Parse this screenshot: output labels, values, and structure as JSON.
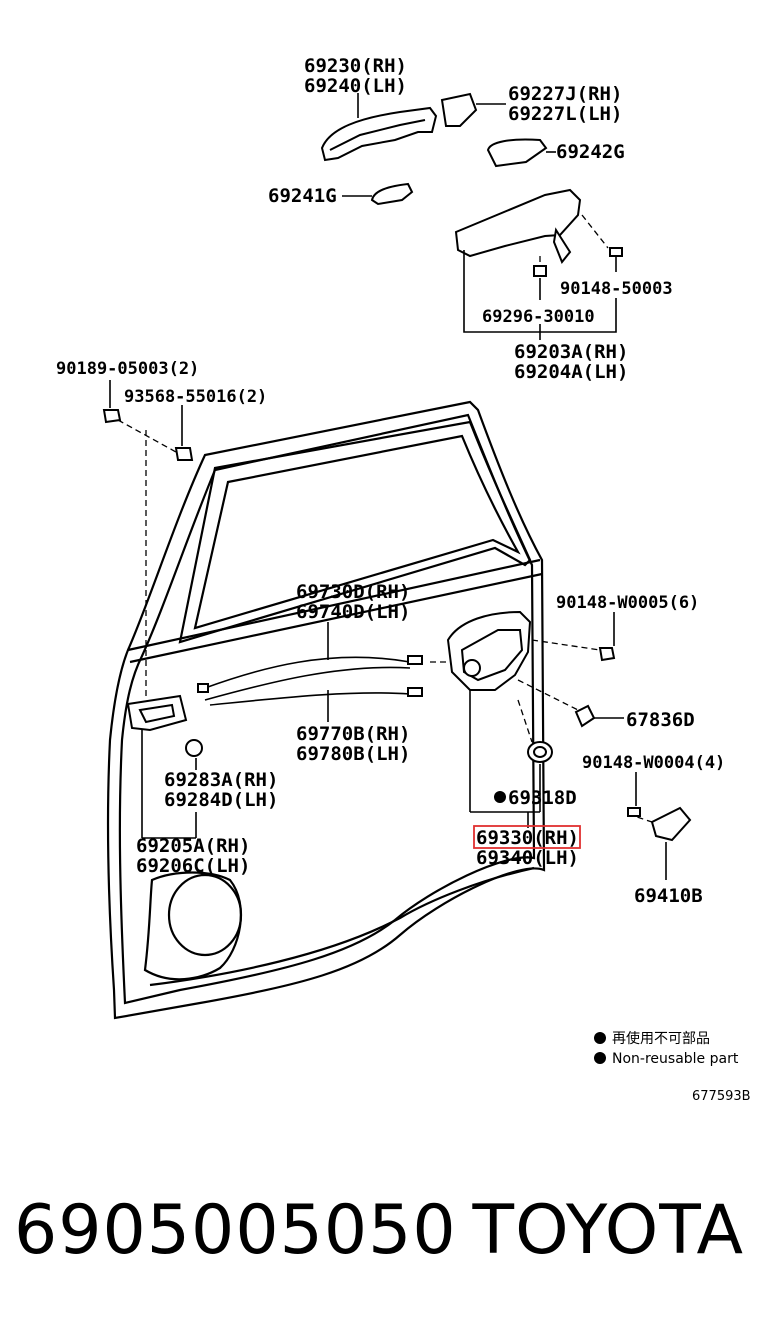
{
  "labels": {
    "outer_handle_rh": "69230(RH)",
    "outer_handle_lh": "69240(LH)",
    "cover_rh": "69227J(RH)",
    "cover_lh": "69227L(LH)",
    "pad_69242g": "69242G",
    "pad_69241g": "69241G",
    "screw_90148_50003": "90148-50003",
    "bolt_69296": "69296-30010",
    "frame_rh": "69203A(RH)",
    "frame_lh": "69204A(LH)",
    "clip_90189": "90189-05003(2)",
    "screw_93568": "93568-55016(2)",
    "cable_rh": "69730D(RH)",
    "cable_lh": "69740D(LH)",
    "screw_90148_w0005": "90148-W0005(6)",
    "grommet_67836d": "67836D",
    "cable2_rh": "69770B(RH)",
    "cable2_lh": "69780B(LH)",
    "screw_90148_w0004": "90148-W0004(4)",
    "knob_rh": "69283A(RH)",
    "knob_lh": "69284D(LH)",
    "seal_69318d": "69318D",
    "lock_rh": "69330(RH)",
    "lock_lh": "69340(LH)",
    "inner_handle_rh": "69205A(RH)",
    "inner_handle_lh": "69206C(LH)",
    "striker_69410b": "69410B"
  },
  "legend": {
    "non_reusable_cn": "再使用不可部品",
    "non_reusable_en": "Non-reusable part"
  },
  "diagram_ref": "677593B",
  "highlight_color": "#e03030",
  "footer": {
    "part_number": "6905005050",
    "brand": "TOYOTA"
  }
}
